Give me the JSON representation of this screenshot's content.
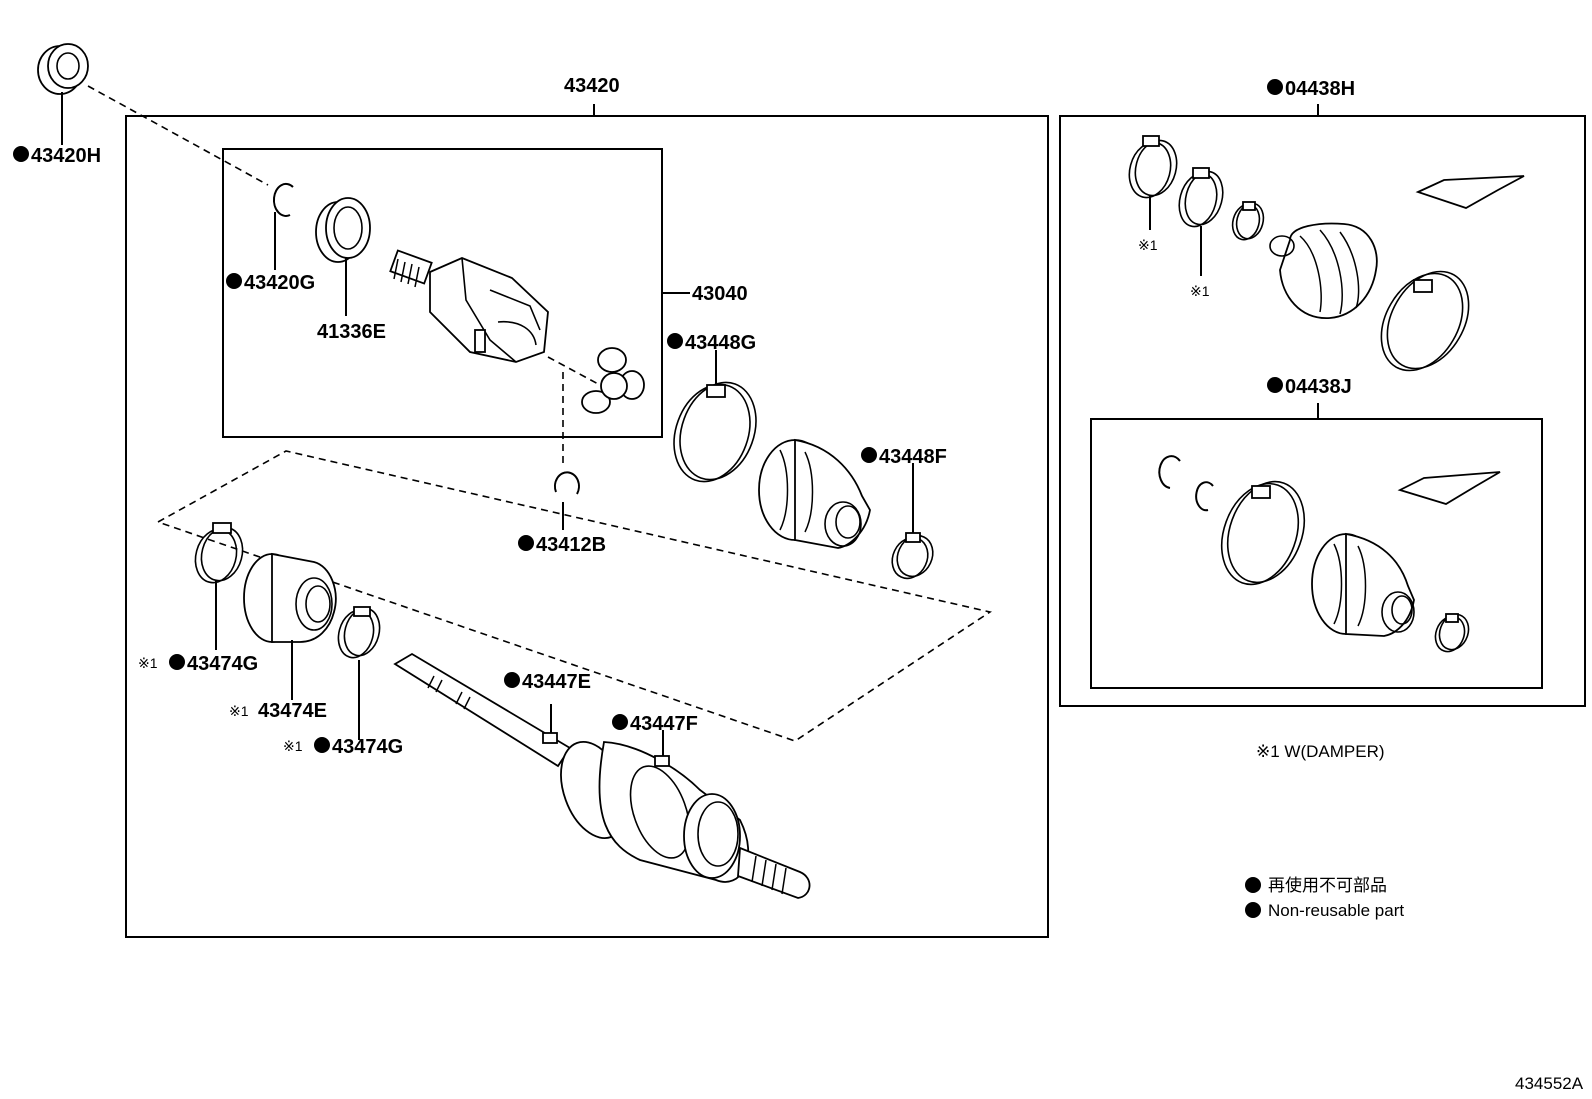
{
  "labels": {
    "assembly": "43420",
    "cv_inner_joint": "43040",
    "snap_ring_outer": "43420H",
    "snap_ring_inner": "43420G",
    "dust_seal": "41336E",
    "boot_clamp_large": "43448G",
    "boot_clamp_small": "43448F",
    "snap_ring_shaft": "43412B",
    "damper_clamp_1": "43474G",
    "damper": "43474E",
    "damper_clamp_2": "43474G",
    "outer_clamp_1": "43447E",
    "outer_clamp_2": "43447F",
    "kit_h": "04438H",
    "kit_j": "04438J",
    "ref_note_1": "※1",
    "ref_note_2": "※1",
    "ref_damper_1": "※1",
    "ref_damper_2": "※1",
    "ref_damper_3": "※1"
  },
  "legend": {
    "footnote": "※1 W(DAMPER)",
    "nonreusable_jp": "再使用不可部品",
    "nonreusable_en": "Non-reusable part"
  },
  "figure_id": "434552A"
}
